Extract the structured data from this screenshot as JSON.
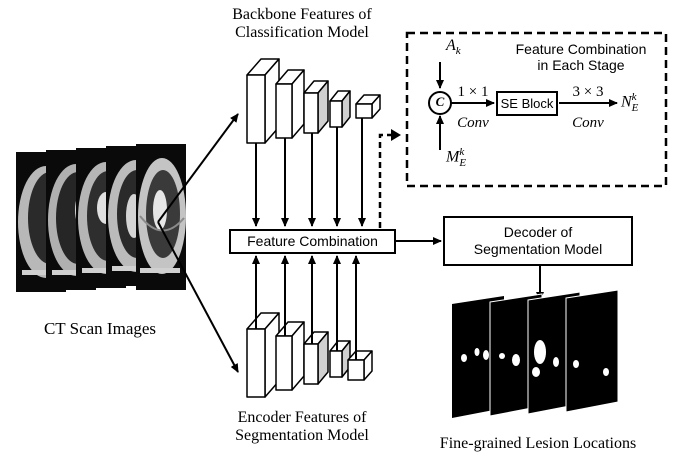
{
  "labels": {
    "backbone_line1": "Backbone Features of",
    "backbone_line2": "Classification Model",
    "encoder_line1": "Encoder Features of",
    "encoder_line2": "Segmentation Model",
    "ct_scan": "CT Scan Images",
    "lesion": "Fine-grained Lesion Locations"
  },
  "feature_combination": "Feature Combination",
  "decoder_line1": "Decoder of",
  "decoder_line2": "Segmentation Model",
  "inset": {
    "title_line1": "Feature Combination",
    "title_line2": "in Each Stage",
    "se_block": "SE Block",
    "concat": "C",
    "input_a": "A",
    "input_a_sub": "k",
    "input_m": "M",
    "input_m_sup": "k",
    "input_m_sub": "E",
    "output_n": "N",
    "output_n_sup": "k",
    "output_n_sub": "E",
    "conv1_size": "1 × 1",
    "conv1_label": "Conv",
    "conv3_size": "3 × 3",
    "conv3_label": "Conv"
  }
}
